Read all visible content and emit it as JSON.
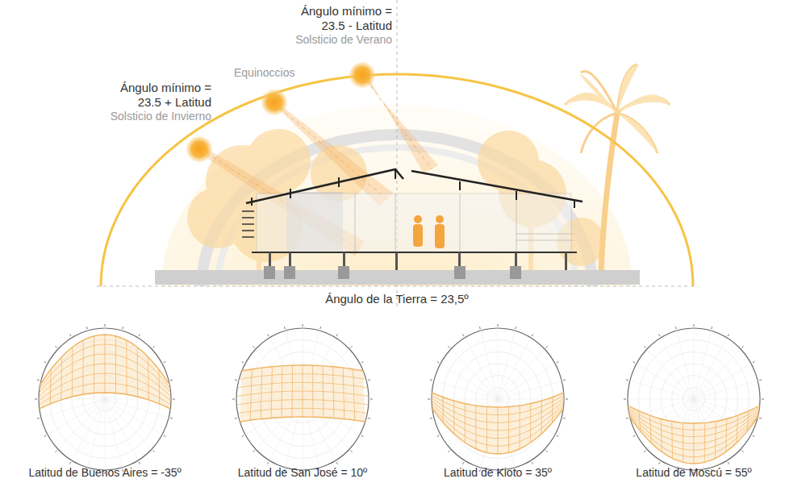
{
  "diagram": {
    "labels": [
      "Ángulo mínimo =",
      "23.5 - Latitud",
      "Solsticio de Verano",
      "Ángulo mínimo =",
      "23.5 + Latitud",
      "Solsticio de Invierno",
      "Equinoccios",
      "Ángulo de la Tierra = 23,5º",
      "Latitud de Buenos Aires = -35º",
      "Latitud de San José = 10º",
      "Latitud de Kioto = 35º",
      "Latitud de Moscú = 55º"
    ]
  }
}
